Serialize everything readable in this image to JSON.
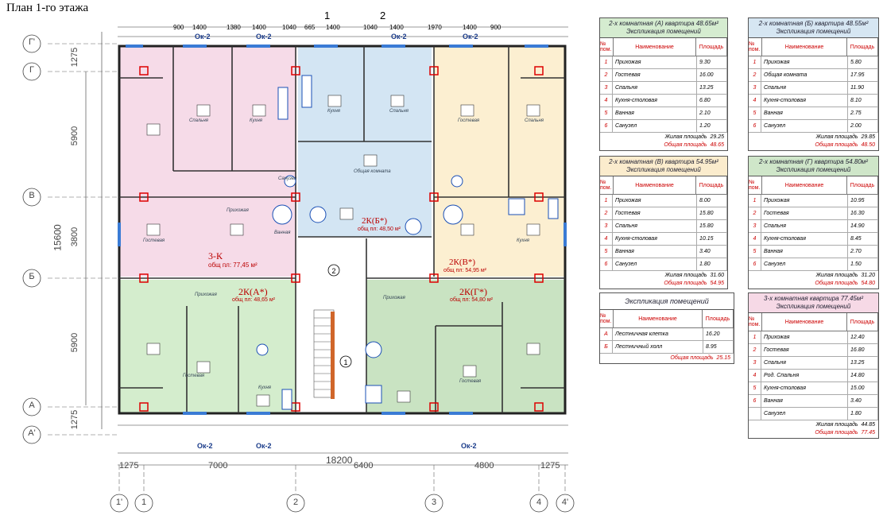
{
  "page_title": "План 1-го этажа",
  "plan": {
    "axis_letters": [
      "Г'",
      "Г",
      "В",
      "Б",
      "А",
      "А'"
    ],
    "axis_numbers": [
      "1'",
      "1",
      "2",
      "3",
      "4",
      "4'"
    ],
    "overall_width": "18200",
    "bottom_dims": [
      "1275",
      "7000",
      "6400",
      "4800",
      "1275"
    ],
    "left_dims": [
      "1275",
      "5900",
      "3800",
      "5900",
      "1275"
    ],
    "left_total": "15600",
    "top_dims": [
      "900",
      "1400",
      "1380",
      "1400",
      "1040",
      "665",
      "1400",
      "1040",
      "1400",
      "1970",
      "1400",
      "900"
    ],
    "section_marks": [
      "1",
      "2"
    ],
    "window_labels": [
      "Ок-2",
      "Ок-2",
      "Ок-2",
      "Ок-2",
      "Ок-2",
      "Ок-2",
      "Ок-2"
    ],
    "apt_labels": [
      {
        "name": "3-К",
        "area": "общ пл: 77,45 м²"
      },
      {
        "name": "2К(Б*)",
        "area": "общ пл: 48,50 м²"
      },
      {
        "name": "2К(В*)",
        "area": "общ пл: 54,95 м²"
      },
      {
        "name": "2К(А*)",
        "area": "общ пл: 48,65 м²"
      },
      {
        "name": "2К(Г*)",
        "area": "общ пл: 54,80 м²"
      }
    ],
    "room_words": [
      "Спальня",
      "Кухня",
      "Гостевая",
      "Прихожая",
      "Ванная",
      "Санузел",
      "Общая комната",
      "Кухня",
      "Спальня",
      "Гостевая",
      "Спальня",
      "Кухня",
      "Гостевая",
      "Прихожая",
      "Кухня",
      "Прихожая",
      "Гостевая"
    ]
  },
  "tables": [
    {
      "title": "2-х комнатная (А) квартира 48.65м²",
      "subtitle": "Экспликация помещений",
      "color": "#d5ecd0",
      "cols": [
        "№ пом.",
        "Наименование",
        "Площадь"
      ],
      "rows": [
        [
          "1",
          "Прихожая",
          "9.30"
        ],
        [
          "2",
          "Гостевая",
          "16.00"
        ],
        [
          "3",
          "Спальня",
          "13.25"
        ],
        [
          "4",
          "Кухня-столовая",
          "6.80"
        ],
        [
          "5",
          "Ванная",
          "2.10"
        ],
        [
          "6",
          "Санузел",
          "1.20"
        ]
      ],
      "living_label": "Жилая площадь",
      "living": "29.25",
      "total_label": "Общая площадь",
      "total": "48.65"
    },
    {
      "title": "2-х комнатная (Б) квартира 48.55м²",
      "subtitle": "Экспликация помещений",
      "color": "#d6e6f2",
      "cols": [
        "№ пом.",
        "Наименование",
        "Площадь"
      ],
      "rows": [
        [
          "1",
          "Прихожая",
          "5.80"
        ],
        [
          "2",
          "Общая комната",
          "17.95"
        ],
        [
          "3",
          "Спальня",
          "11.90"
        ],
        [
          "4",
          "Кухня-столовая",
          "8.10"
        ],
        [
          "5",
          "Ванная",
          "2.75"
        ],
        [
          "6",
          "Санузел",
          "2.00"
        ]
      ],
      "living_label": "Жилая площадь",
      "living": "29.85",
      "total_label": "Общая площадь",
      "total": "48.50"
    },
    {
      "title": "2-х комнатная (В) квартира 54.95м²",
      "subtitle": "Экспликация помещений",
      "color": "#fbeccd",
      "cols": [
        "№ пом.",
        "Наименование",
        "Площадь"
      ],
      "rows": [
        [
          "1",
          "Прихожая",
          "8.00"
        ],
        [
          "2",
          "Гостевая",
          "15.80"
        ],
        [
          "3",
          "Спальня",
          "15.80"
        ],
        [
          "4",
          "Кухня-столовая",
          "10.15"
        ],
        [
          "5",
          "Ванная",
          "3.40"
        ],
        [
          "6",
          "Санузел",
          "1.80"
        ]
      ],
      "living_label": "Жилая площадь",
      "living": "31.60",
      "total_label": "Общая площадь",
      "total": "54.95"
    },
    {
      "title": "2-х комнатная (Г) квартира 54.80м²",
      "subtitle": "Экспликация помещений",
      "color": "#cfe6c9",
      "cols": [
        "№ пом.",
        "Наименование",
        "Площадь"
      ],
      "rows": [
        [
          "1",
          "Прихожая",
          "10.95"
        ],
        [
          "2",
          "Гостевая",
          "16.30"
        ],
        [
          "3",
          "Спальня",
          "14.90"
        ],
        [
          "4",
          "Кухня-столовая",
          "8.45"
        ],
        [
          "5",
          "Ванная",
          "2.70"
        ],
        [
          "6",
          "Санузел",
          "1.50"
        ]
      ],
      "living_label": "Жилая площадь",
      "living": "31.20",
      "total_label": "Общая площадь",
      "total": "54.80"
    },
    {
      "title": "Экспликация помещений",
      "subtitle": "",
      "color": "#ffffff",
      "cols": [
        "№ пом.",
        "Наименование",
        "Площадь"
      ],
      "rows": [
        [
          "А",
          "Лестничная клетка",
          "16.20"
        ],
        [
          "Б",
          "Лестничный холл",
          "8.95"
        ]
      ],
      "living_label": "",
      "living": "",
      "total_label": "Общая площадь",
      "total": "25.15"
    },
    {
      "title": "3-х комнатная квартира 77.45м²",
      "subtitle": "Экспликация помещений",
      "color": "#f6d9e6",
      "cols": [
        "№ пом.",
        "Наименование",
        "Площадь"
      ],
      "rows": [
        [
          "1",
          "Прихожая",
          "12.40"
        ],
        [
          "2",
          "Гостевая",
          "16.80"
        ],
        [
          "3",
          "Спальня",
          "13.25"
        ],
        [
          "4",
          "Род. Спальня",
          "14.80"
        ],
        [
          "5",
          "Кухня-столовая",
          "15.00"
        ],
        [
          "6",
          "Ванная",
          "3.40"
        ],
        [
          "",
          "Санузел",
          "1.80"
        ]
      ],
      "living_label": "Жилая площадь",
      "living": "44.85",
      "total_label": "Общая площадь",
      "total": "77.45"
    }
  ]
}
